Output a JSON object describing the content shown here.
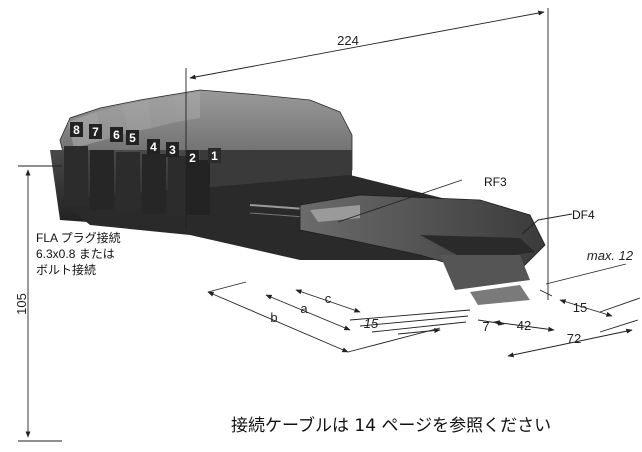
{
  "dimensions": {
    "overall_length": "224",
    "height": "105",
    "a": "a",
    "b": "b",
    "c": "c",
    "d15_left": "15",
    "d7": "7",
    "d42": "42",
    "d15_right": "15",
    "d72": "72",
    "max12": "max. 12"
  },
  "labels": {
    "rf3": "RF3",
    "df4": "DF4",
    "connection_line1": "FLA プラグ接続",
    "connection_line2": "6.3x0.8 または",
    "connection_line3": "ボルト接続",
    "caption": "接続ケーブルは 14 ページを参照ください"
  },
  "module_numbers": [
    "8",
    "7",
    "6",
    "5",
    "4",
    "3",
    "2",
    "1"
  ],
  "colors": {
    "body_dark": "#3a3a3a",
    "body_mid": "#5a5a5a",
    "body_light": "#8a8a8a",
    "line": "#222222"
  }
}
